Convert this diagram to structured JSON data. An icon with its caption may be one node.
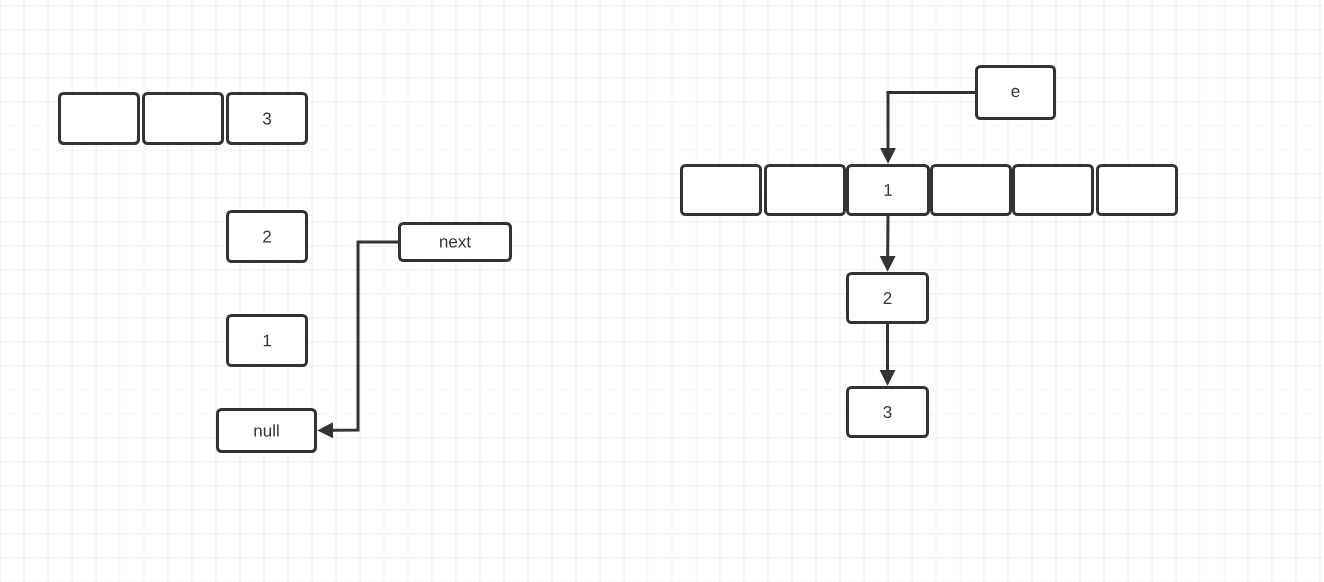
{
  "diagram": {
    "nodes": [
      {
        "text": [],
        "shape": "box"
      },
      {
        "text": [],
        "shape": "box"
      },
      {
        "text": [
          "3"
        ]
      },
      {
        "text": [
          "2"
        ]
      },
      {
        "text": [
          "1"
        ]
      },
      {
        "text": [
          "null"
        ]
      },
      {
        "text": [
          "next"
        ]
      },
      {
        "text": [
          "e"
        ]
      },
      {
        "text": [],
        "shape": "box"
      },
      {
        "text": [],
        "shape": "box"
      },
      {
        "text": [
          "1"
        ]
      },
      {
        "text": [],
        "shape": "box"
      },
      {
        "text": [],
        "shape": "box"
      },
      {
        "text": [],
        "shape": "box"
      },
      {
        "text": [
          "2"
        ]
      },
      {
        "text": [
          "3"
        ]
      }
    ],
    "edges": [
      {
        "from": 6,
        "to": 5,
        "arrow": "to"
      },
      {
        "from": 7,
        "to": 10,
        "arrow": "to"
      },
      {
        "from": 10,
        "to": 14,
        "arrow": "to"
      },
      {
        "from": 14,
        "to": 15,
        "arrow": "to"
      }
    ]
  }
}
